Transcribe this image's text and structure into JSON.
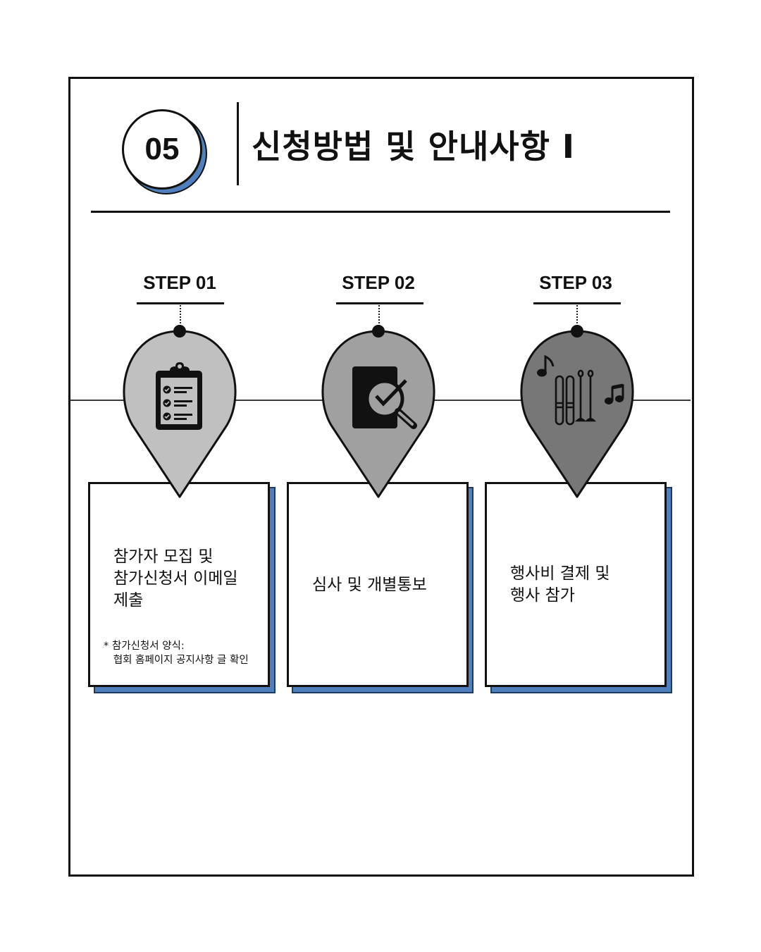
{
  "header": {
    "section_number": "05",
    "title": "신청방법 및 안내사항  I"
  },
  "colors": {
    "accent_blue": "#4f7fbd",
    "shadow_border": "#1f3a5f",
    "pin_step1": "#c0c0c0",
    "pin_step2": "#a0a0a0",
    "pin_step3": "#777777",
    "line": "#111111"
  },
  "steps": [
    {
      "label": "STEP 01",
      "icon": "clipboard-checklist-icon",
      "text_lines": [
        "참가자 모집 및",
        "참가신청서 이메일",
        "제출"
      ],
      "note": "* 참가신청서 양식:\n   협회 홈페이지 공지사항 글 확인"
    },
    {
      "label": "STEP 02",
      "icon": "document-search-check-icon",
      "text_lines": [
        "심사 및 개별통보"
      ]
    },
    {
      "label": "STEP 03",
      "icon": "ski-music-icon",
      "text_lines": [
        "행사비 결제 및",
        "행사 참가"
      ]
    }
  ]
}
